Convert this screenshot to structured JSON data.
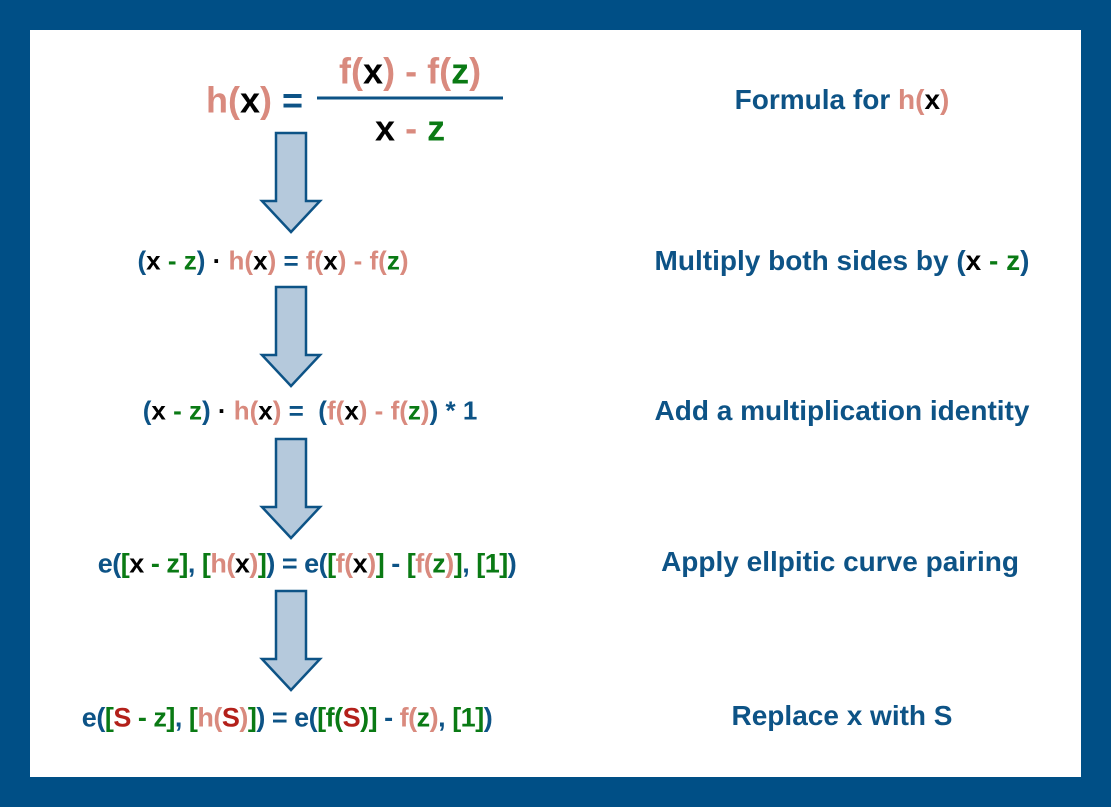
{
  "colors": {
    "blue": "#0d5386",
    "pink": "#d98a7e",
    "green": "#0a7a14",
    "black": "#000000",
    "red": "#b3201a",
    "arrow_fill": "#b5c9dc"
  },
  "top_formula": {
    "lhs": [
      [
        "h",
        "pink"
      ],
      [
        "(",
        "pink"
      ],
      [
        "x",
        "black"
      ],
      [
        ")",
        "pink"
      ],
      [
        " = ",
        "blue"
      ]
    ],
    "numerator": [
      [
        "f",
        "pink"
      ],
      [
        "(",
        "pink"
      ],
      [
        "x",
        "black"
      ],
      [
        ")",
        "pink"
      ],
      [
        " - ",
        "pink"
      ],
      [
        "f",
        "pink"
      ],
      [
        "(",
        "pink"
      ],
      [
        "z",
        "green"
      ],
      [
        ")",
        "pink"
      ]
    ],
    "denominator": [
      [
        "x",
        "black"
      ],
      [
        " - ",
        "pink"
      ],
      [
        "z",
        "green"
      ]
    ]
  },
  "steps": [
    {
      "label": [
        [
          "Formula for ",
          "blue"
        ],
        [
          "h",
          "pink"
        ],
        [
          "(",
          "pink"
        ],
        [
          "x",
          "black"
        ],
        [
          ")",
          "pink"
        ]
      ]
    },
    {
      "formula": [
        [
          "(",
          "blue"
        ],
        [
          "x",
          "black"
        ],
        [
          " - ",
          "green"
        ],
        [
          "z",
          "green"
        ],
        [
          ")",
          "blue"
        ],
        [
          " · ",
          "black"
        ],
        [
          "h",
          "pink"
        ],
        [
          "(",
          "pink"
        ],
        [
          "x",
          "black"
        ],
        [
          ")",
          "pink"
        ],
        [
          " = ",
          "blue"
        ],
        [
          "f",
          "pink"
        ],
        [
          "(",
          "pink"
        ],
        [
          "x",
          "black"
        ],
        [
          ")",
          "pink"
        ],
        [
          " - ",
          "pink"
        ],
        [
          "f",
          "pink"
        ],
        [
          "(",
          "pink"
        ],
        [
          "z",
          "green"
        ],
        [
          ")",
          "pink"
        ]
      ],
      "label": [
        [
          "Multiply both sides by ",
          "blue"
        ],
        [
          "(",
          "blue"
        ],
        [
          "x",
          "black"
        ],
        [
          " - ",
          "green"
        ],
        [
          "z",
          "green"
        ],
        [
          ")",
          "blue"
        ]
      ]
    },
    {
      "formula": [
        [
          "(",
          "blue"
        ],
        [
          "x",
          "black"
        ],
        [
          " - ",
          "green"
        ],
        [
          "z",
          "green"
        ],
        [
          ")",
          "blue"
        ],
        [
          " · ",
          "black"
        ],
        [
          "h",
          "pink"
        ],
        [
          "(",
          "pink"
        ],
        [
          "x",
          "black"
        ],
        [
          ")",
          "pink"
        ],
        [
          " =  ",
          "blue"
        ],
        [
          "(",
          "blue"
        ],
        [
          "f",
          "pink"
        ],
        [
          "(",
          "pink"
        ],
        [
          "x",
          "black"
        ],
        [
          ")",
          "pink"
        ],
        [
          " - ",
          "pink"
        ],
        [
          "f",
          "pink"
        ],
        [
          "(",
          "pink"
        ],
        [
          "z",
          "green"
        ],
        [
          ")",
          "pink"
        ],
        [
          ")",
          "blue"
        ],
        [
          " * 1",
          "blue"
        ]
      ],
      "label": [
        [
          "Add a multiplication identity",
          "blue"
        ]
      ]
    },
    {
      "formula": [
        [
          "e(",
          "blue"
        ],
        [
          "[",
          "green"
        ],
        [
          "x",
          "black"
        ],
        [
          " - ",
          "green"
        ],
        [
          "z",
          "green"
        ],
        [
          "]",
          "green"
        ],
        [
          ", ",
          "blue"
        ],
        [
          "[",
          "green"
        ],
        [
          "h",
          "pink"
        ],
        [
          "(",
          "pink"
        ],
        [
          "x",
          "black"
        ],
        [
          ")",
          "pink"
        ],
        [
          "]",
          "green"
        ],
        [
          ")",
          "blue"
        ],
        [
          " = ",
          "blue"
        ],
        [
          "e(",
          "blue"
        ],
        [
          "[",
          "green"
        ],
        [
          "f",
          "pink"
        ],
        [
          "(",
          "pink"
        ],
        [
          "x",
          "black"
        ],
        [
          ")",
          "pink"
        ],
        [
          "]",
          "green"
        ],
        [
          " - ",
          "blue"
        ],
        [
          "[",
          "green"
        ],
        [
          "f",
          "pink"
        ],
        [
          "(",
          "pink"
        ],
        [
          "z",
          "green"
        ],
        [
          ")",
          "pink"
        ],
        [
          "]",
          "green"
        ],
        [
          ", ",
          "blue"
        ],
        [
          "[1]",
          "green"
        ],
        [
          ")",
          "blue"
        ]
      ],
      "label": [
        [
          "Apply ellpitic curve pairing",
          "blue"
        ]
      ]
    },
    {
      "formula": [
        [
          "e(",
          "blue"
        ],
        [
          "[",
          "green"
        ],
        [
          "S",
          "red"
        ],
        [
          " - ",
          "green"
        ],
        [
          "z",
          "green"
        ],
        [
          "]",
          "green"
        ],
        [
          ", ",
          "blue"
        ],
        [
          "[",
          "green"
        ],
        [
          "h",
          "pink"
        ],
        [
          "(",
          "pink"
        ],
        [
          "S",
          "red"
        ],
        [
          ")",
          "pink"
        ],
        [
          "]",
          "green"
        ],
        [
          ")",
          "blue"
        ],
        [
          " = ",
          "blue"
        ],
        [
          "e(",
          "blue"
        ],
        [
          "[",
          "green"
        ],
        [
          "f",
          "green"
        ],
        [
          "(",
          "green"
        ],
        [
          "S",
          "red"
        ],
        [
          ")",
          "green"
        ],
        [
          "]",
          "green"
        ],
        [
          " - ",
          "blue"
        ],
        [
          "f",
          "pink"
        ],
        [
          "(",
          "pink"
        ],
        [
          "z",
          "green"
        ],
        [
          ")",
          "pink"
        ],
        [
          ", ",
          "blue"
        ],
        [
          "[1]",
          "green"
        ],
        [
          ")",
          "blue"
        ]
      ],
      "label": [
        [
          "Replace x with S",
          "blue"
        ]
      ]
    }
  ]
}
